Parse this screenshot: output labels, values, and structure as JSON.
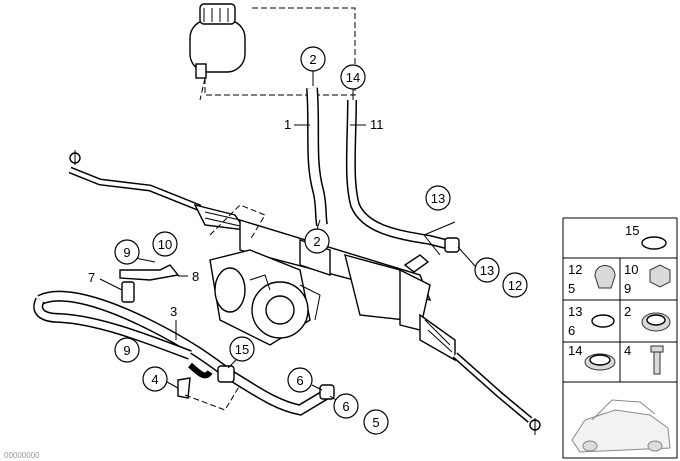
{
  "callouts": {
    "c2_top": "2",
    "c14": "14",
    "c2_mid": "2",
    "c13_top": "13",
    "c13_right": "13",
    "c12_right": "12",
    "c9_top": "9",
    "c10": "10",
    "c9_left": "9",
    "c4": "4",
    "c15": "15",
    "c6_a": "6",
    "c6_b": "6",
    "c5": "5"
  },
  "line_labels": {
    "l1": "1",
    "l11": "11",
    "l7": "7",
    "l8": "8",
    "l3": "3"
  },
  "panel": {
    "r1": [
      "15"
    ],
    "r2a": [
      "12",
      "5"
    ],
    "r2b": [
      "10",
      "9"
    ],
    "r3a": [
      "13",
      "6"
    ],
    "r3b": [
      "2"
    ],
    "r4a": [
      "14"
    ],
    "r4b": [
      "4"
    ]
  },
  "footer": "00000000"
}
